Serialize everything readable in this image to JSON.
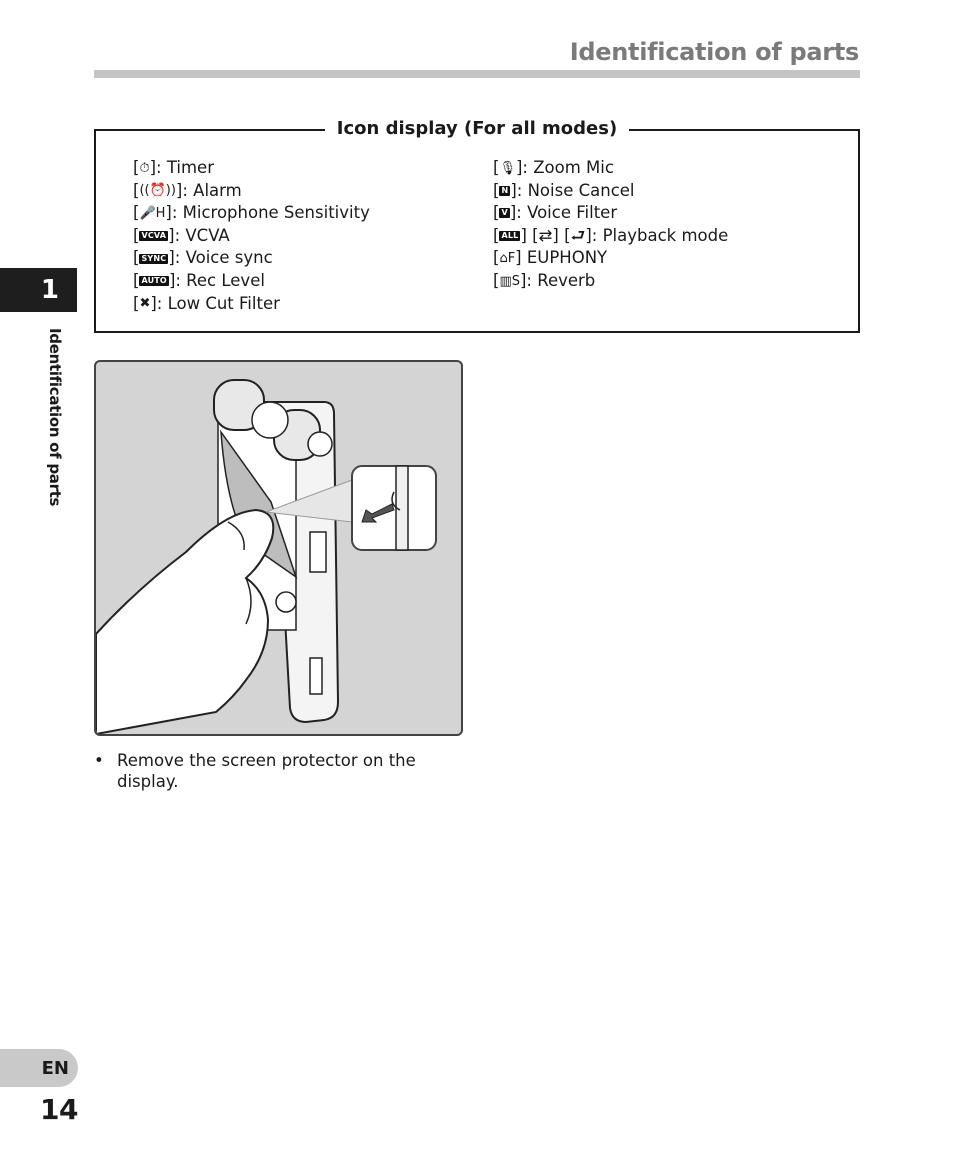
{
  "header": {
    "title": "Identification of parts"
  },
  "icon_display": {
    "title": "Icon display (For all modes)",
    "left_items": [
      {
        "icon": "timer-icon",
        "glyph": "⏱",
        "label": "]: Timer"
      },
      {
        "icon": "alarm-icon",
        "glyph": "((⏰))",
        "label": "]: Alarm"
      },
      {
        "icon": "microphone-sensitivity-icon",
        "glyph": "🎤H",
        "label": "]: Microphone Sensitivity"
      },
      {
        "icon": "vcva-icon",
        "glyph": "VCVA",
        "label": "]: VCVA"
      },
      {
        "icon": "voice-sync-icon",
        "glyph": "SYNC",
        "label": "]: Voice sync"
      },
      {
        "icon": "rec-level-icon",
        "glyph": "AUTO",
        "label": "]: Rec Level"
      },
      {
        "icon": "low-cut-filter-icon",
        "glyph": "✖",
        "label": "]: Low Cut Filter"
      }
    ],
    "right_items": [
      {
        "icon": "zoom-mic-icon",
        "glyph": "🎙",
        "label": "]: Zoom Mic"
      },
      {
        "icon": "noise-cancel-icon",
        "glyph": "N",
        "label": "]: Noise Cancel"
      },
      {
        "icon": "voice-filter-icon",
        "glyph": "V",
        "label": "]: Voice Filter"
      },
      {
        "icon": "playback-mode-icon",
        "glyph": "ALL",
        "label": "] [⇄] [⮐]: Playback mode"
      },
      {
        "icon": "euphony-icon",
        "glyph": "⌂F",
        "label": "] EUPHONY"
      },
      {
        "icon": "reverb-icon",
        "glyph": "▥S",
        "label": "]: Reverb"
      }
    ]
  },
  "side_tab": {
    "number": "1",
    "label": "Identification of parts"
  },
  "caption": {
    "bullet": "•",
    "text": "Remove the screen protector on the display."
  },
  "footer": {
    "language": "EN",
    "page_number": "14"
  }
}
